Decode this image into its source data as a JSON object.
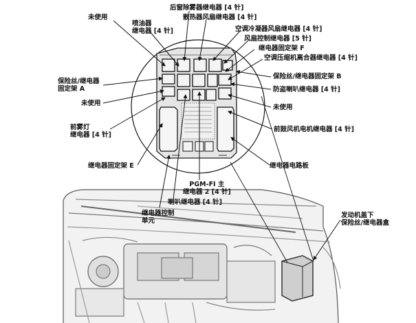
{
  "labels": {
    "rear_defog_relay": "后窗除雾器继电器 [4 针]",
    "radiator_fan_relay": "散热器风扇继电器 [4 针]",
    "ac_condenser_fan_relay": "空调冷凝器风扇继电器 [4 针]",
    "fan_control_relay": "风扇控制继电器 [5 针]",
    "relay_holder_f": "继电器固定架 F",
    "ac_clutch_relay": "空调压缩机离合器继电器 [4 针]",
    "fuse_relay_holder_b": "保险丝/继电器固定架 B",
    "security_horn_relay": "防盗喇叭继电器 [4 针]",
    "unused_right": "未使用",
    "front_blower_relay": "前鼓风机电机继电器 [4 针]",
    "relay_circuit_board": "继电器电路板",
    "unused_top_left": "未使用",
    "washer_relay_line1": "喷油器",
    "washer_relay_line2": "继电器 [4 针]",
    "fuse_relay_holder_a_line1": "保险丝/继电器",
    "fuse_relay_holder_a_line2": "固定架 A",
    "unused_left": "未使用",
    "front_fog_line1": "前雾灯",
    "front_fog_line2": "继电器 [4 针]",
    "relay_holder_e": "继电器固定架 E",
    "pgm_fi_line1": "PGM-FI 主",
    "pgm_fi_line2": "继电器 2 [4 针]",
    "horn_relay": "喇叭继电器 [4 针]",
    "relay_control_line1": "继电器控制",
    "relay_control_line2": "单元",
    "under_hood_line1": "发动机盖下",
    "under_hood_line2": "保险丝/继电器盒"
  }
}
